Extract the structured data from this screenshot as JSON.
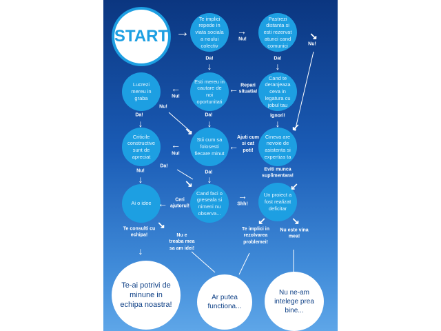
{
  "start": "START",
  "nodes": {
    "q1": "Te implici repede in viata sociala a noului colectiv",
    "q2": "Pastrezi distanta si esti rezervat atunci cand comunici",
    "q3": "Lucrezi mereu in graba",
    "q4": "Esti mereu in cautare de noi oportunitati",
    "q5": "Cand te deranjeaza ceva in legatura cu jobul tau",
    "q6": "Criticile constructive sunt de apreciat",
    "q7": "Stii cum sa folosesti fiecare minut",
    "q8": "Cineva are nevoie de asistenta si expertiza ta",
    "q9": "Ai o idee",
    "q10": "Cand faci o greseala si nimeni nu observa...",
    "q11": "Un proiect a fost realizat deficitar"
  },
  "results": {
    "r1": "Te-ai potrivi de minune in echipa noastra!",
    "r2": "Ar putea functiona...",
    "r3": "Nu ne-am intelege prea bine..."
  },
  "labels": {
    "nu1": "Nu!",
    "nu2": "Nu!",
    "da1": "Da!",
    "da2": "Da!",
    "repari": "Repari situatia!",
    "nu3": "Nu!",
    "nu4": "Nu!",
    "da3": "Da!",
    "da4": "Da!",
    "ignori": "Ignori!",
    "ajuti": "Ajuti cum si cat poti!",
    "nu5": "Nu!",
    "da5": "Da!",
    "nu6": "Nu!",
    "da6": "Da!",
    "eviti": "Eviti munca suplimentara!",
    "ceri": "Ceri ajutorul!",
    "shh": "Shh!",
    "consulti": "Te consulti cu echipa!",
    "nutreaba": "Nu e treaba mea sa am idei!",
    "implici": "Te implici in rezolvarea problemei!",
    "nuvina": "Nu este vina mea!"
  }
}
